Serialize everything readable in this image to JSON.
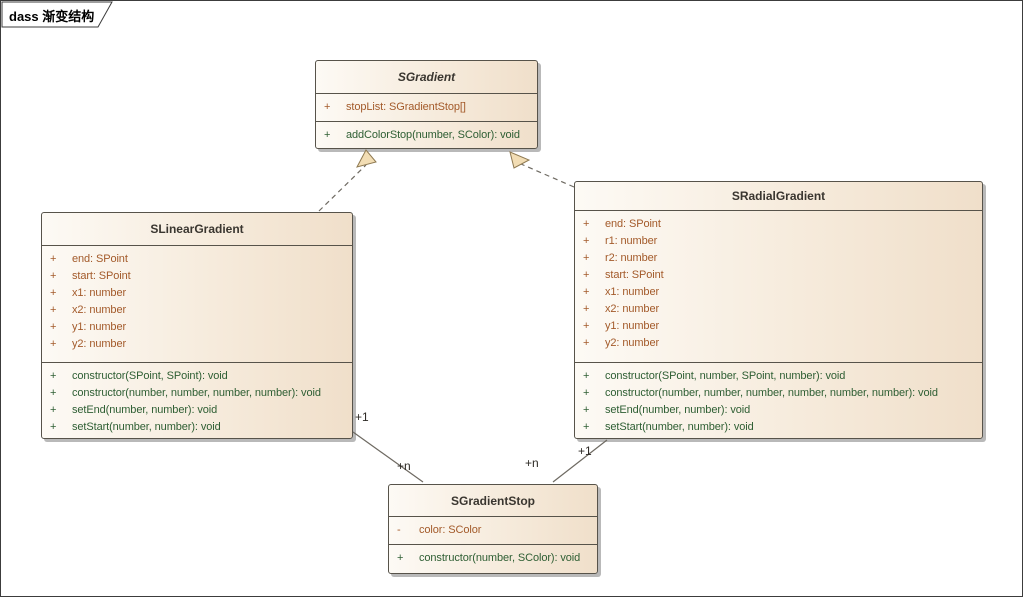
{
  "frame": {
    "label": "dass 渐变结构"
  },
  "colors": {
    "box_fill_left": "#fdfaf5",
    "box_fill_right": "#f0dfca",
    "box_border": "#57534a",
    "shadow": "#b9b9b9",
    "attribute_text": "#a35a2a",
    "method_text": "#2e5e33",
    "class_name_text": "#3a3630",
    "connector_line": "#6e6a62",
    "arrowhead_fill": "#f2ddb4",
    "arrowhead_border": "#8f7a52"
  },
  "classes": [
    {
      "name": "SGradient",
      "abstract": true,
      "attributes": [
        {
          "vis": "+",
          "text": "stopList: SGradientStop[]"
        }
      ],
      "methods": [
        {
          "vis": "+",
          "text": "addColorStop(number, SColor): void"
        }
      ]
    },
    {
      "name": "SLinearGradient",
      "abstract": false,
      "attributes": [
        {
          "vis": "+",
          "text": "end: SPoint"
        },
        {
          "vis": "+",
          "text": "start: SPoint"
        },
        {
          "vis": "+",
          "text": "x1: number"
        },
        {
          "vis": "+",
          "text": "x2: number"
        },
        {
          "vis": "+",
          "text": "y1: number"
        },
        {
          "vis": "+",
          "text": "y2: number"
        }
      ],
      "methods": [
        {
          "vis": "+",
          "text": "constructor(SPoint, SPoint): void"
        },
        {
          "vis": "+",
          "text": "constructor(number, number, number, number): void"
        },
        {
          "vis": "+",
          "text": "setEnd(number, number): void"
        },
        {
          "vis": "+",
          "text": "setStart(number, number): void"
        }
      ]
    },
    {
      "name": "SRadialGradient",
      "abstract": false,
      "attributes": [
        {
          "vis": "+",
          "text": "end: SPoint"
        },
        {
          "vis": "+",
          "text": "r1: number"
        },
        {
          "vis": "+",
          "text": "r2: number"
        },
        {
          "vis": "+",
          "text": "start: SPoint"
        },
        {
          "vis": "+",
          "text": "x1: number"
        },
        {
          "vis": "+",
          "text": "x2: number"
        },
        {
          "vis": "+",
          "text": "y1: number"
        },
        {
          "vis": "+",
          "text": "y2: number"
        }
      ],
      "methods": [
        {
          "vis": "+",
          "text": "constructor(SPoint, number, SPoint, number): void"
        },
        {
          "vis": "+",
          "text": "constructor(number, number, number, number, number, number): void"
        },
        {
          "vis": "+",
          "text": "setEnd(number, number): void"
        },
        {
          "vis": "+",
          "text": "setStart(number, number): void"
        }
      ]
    },
    {
      "name": "SGradientStop",
      "abstract": false,
      "attributes": [
        {
          "vis": "-",
          "text": "color: SColor"
        }
      ],
      "methods": [
        {
          "vis": "+",
          "text": "constructor(number, SColor): void"
        }
      ]
    }
  ],
  "relations": {
    "generalizations": [
      {
        "from": "SLinearGradient",
        "to": "SGradient",
        "style": "dashed-open-triangle"
      },
      {
        "from": "SRadialGradient",
        "to": "SGradient",
        "style": "dashed-open-triangle"
      }
    ],
    "associations": [
      {
        "from": "SLinearGradient",
        "to": "SGradientStop",
        "from_mult": "+1",
        "to_mult": "+n"
      },
      {
        "from": "SRadialGradient",
        "to": "SGradientStop",
        "from_mult": "+1",
        "to_mult": "+n"
      }
    ],
    "labels": {
      "left_source": "+1",
      "left_target": "+n",
      "right_target": "+n",
      "right_source": "+1"
    }
  }
}
